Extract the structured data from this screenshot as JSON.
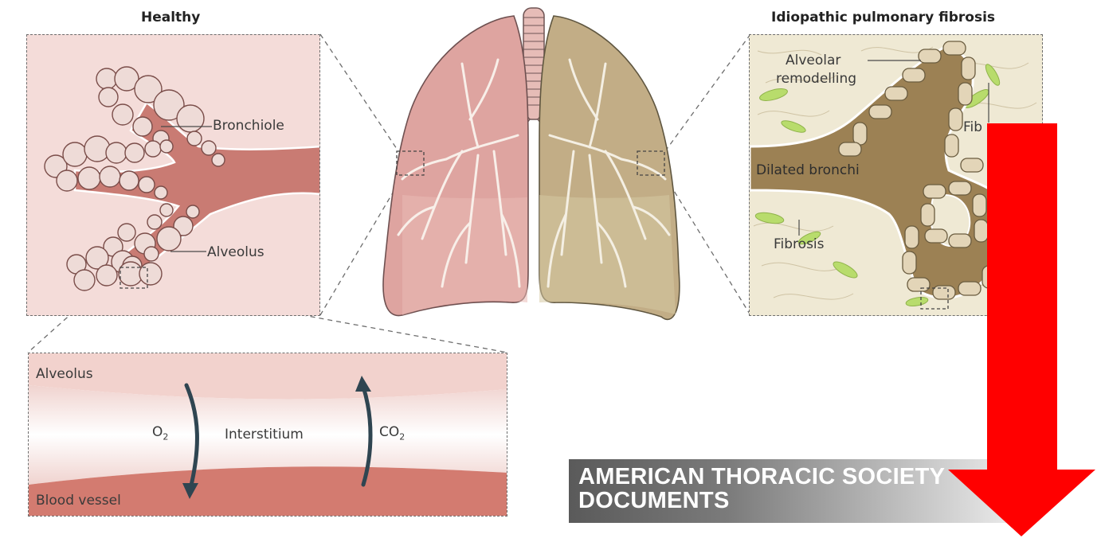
{
  "healthy": {
    "title": "Healthy",
    "bronchiole_label": "Bronchiole",
    "alveolus_label": "Alveolus"
  },
  "ipf": {
    "title": "Idiopathic pulmonary fibrosis",
    "remodelling_line1": "Alveolar",
    "remodelling_line2": "remodelling",
    "fibroblast_label": "Fib",
    "dilated_label": "Dilated bronchi",
    "fibrosis_label": "Fibrosis"
  },
  "exchange": {
    "alveolus_label": "Alveolus",
    "interstitium_label": "Interstitium",
    "blood_vessel_label": "Blood vessel",
    "o2_main": "O",
    "o2_sub": "2",
    "co2_main": "CO",
    "co2_sub": "2"
  },
  "banner": {
    "line1": "AMERICAN THORACIC SOCIETY",
    "line2": "DOCUMENTS"
  },
  "colors": {
    "healthy_bg": "#f4dcd9",
    "airway": "#c97b73",
    "alveolus_ball": "#eedbd7",
    "lung_healthy": "#dea4a0",
    "lung_fibrotic": "#c2ad86",
    "fibrotic_bg": "#efe9d4",
    "dilated_airway": "#9c8154",
    "fibroblast": "#b8dc6c",
    "arrow_red": "#ff0000",
    "gas_arrow": "#2f4551"
  }
}
